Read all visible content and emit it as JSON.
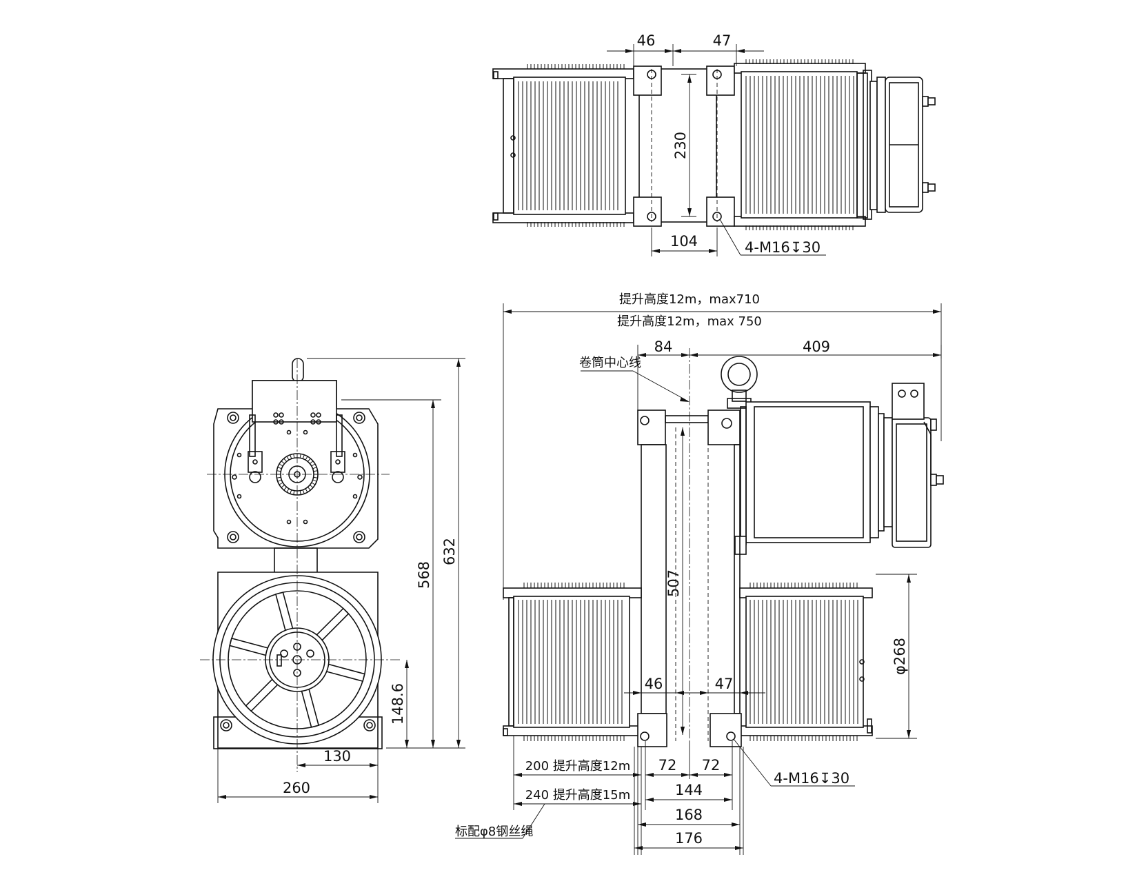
{
  "top_view": {
    "dim_46": "46",
    "dim_47": "47",
    "dim_230": "230",
    "dim_104": "104",
    "holes_label": "4-M16↧30"
  },
  "side_view": {
    "dim_568": "568",
    "dim_632": "632",
    "dim_148_6": "148.6",
    "dim_130": "130",
    "dim_260": "260"
  },
  "front_view": {
    "overall_1": "提升高度12m，max710",
    "overall_2": "提升高度12m，max 750",
    "dim_84": "84",
    "dim_409": "409",
    "drum_center_label": "卷筒中心线",
    "dim_507": "507",
    "dim_phi268": "φ268",
    "dim_46": "46",
    "dim_47": "47",
    "holes_label": "4-M16↧30",
    "dim_200": "200 提升高度12m",
    "dim_240": "240 提升高度15m",
    "dim_72a": "72",
    "dim_72b": "72",
    "dim_144": "144",
    "dim_168": "168",
    "dim_176": "176",
    "rope_label": "标配φ8钢丝绳"
  }
}
